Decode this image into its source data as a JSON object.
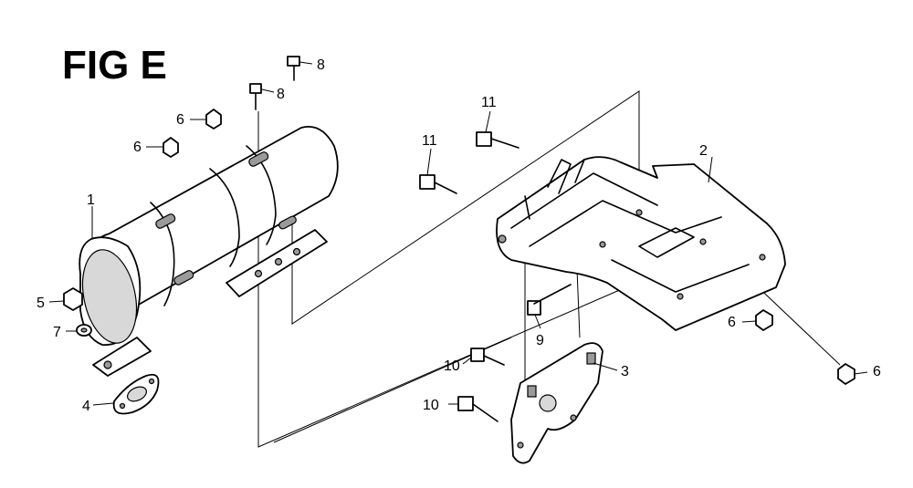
{
  "figure": {
    "title": "FIG E"
  },
  "callouts": [
    {
      "id": "c1",
      "label": "1"
    },
    {
      "id": "c2",
      "label": "2"
    },
    {
      "id": "c3",
      "label": "3"
    },
    {
      "id": "c4",
      "label": "4"
    },
    {
      "id": "c5",
      "label": "5"
    },
    {
      "id": "c6a",
      "label": "6"
    },
    {
      "id": "c6b",
      "label": "6"
    },
    {
      "id": "c6c",
      "label": "6"
    },
    {
      "id": "c6d",
      "label": "6"
    },
    {
      "id": "c7",
      "label": "7"
    },
    {
      "id": "c8a",
      "label": "8"
    },
    {
      "id": "c8b",
      "label": "8"
    },
    {
      "id": "c9",
      "label": "9"
    },
    {
      "id": "c10a",
      "label": "10"
    },
    {
      "id": "c10b",
      "label": "10"
    },
    {
      "id": "c11a",
      "label": "11"
    },
    {
      "id": "c11b",
      "label": "11"
    }
  ]
}
